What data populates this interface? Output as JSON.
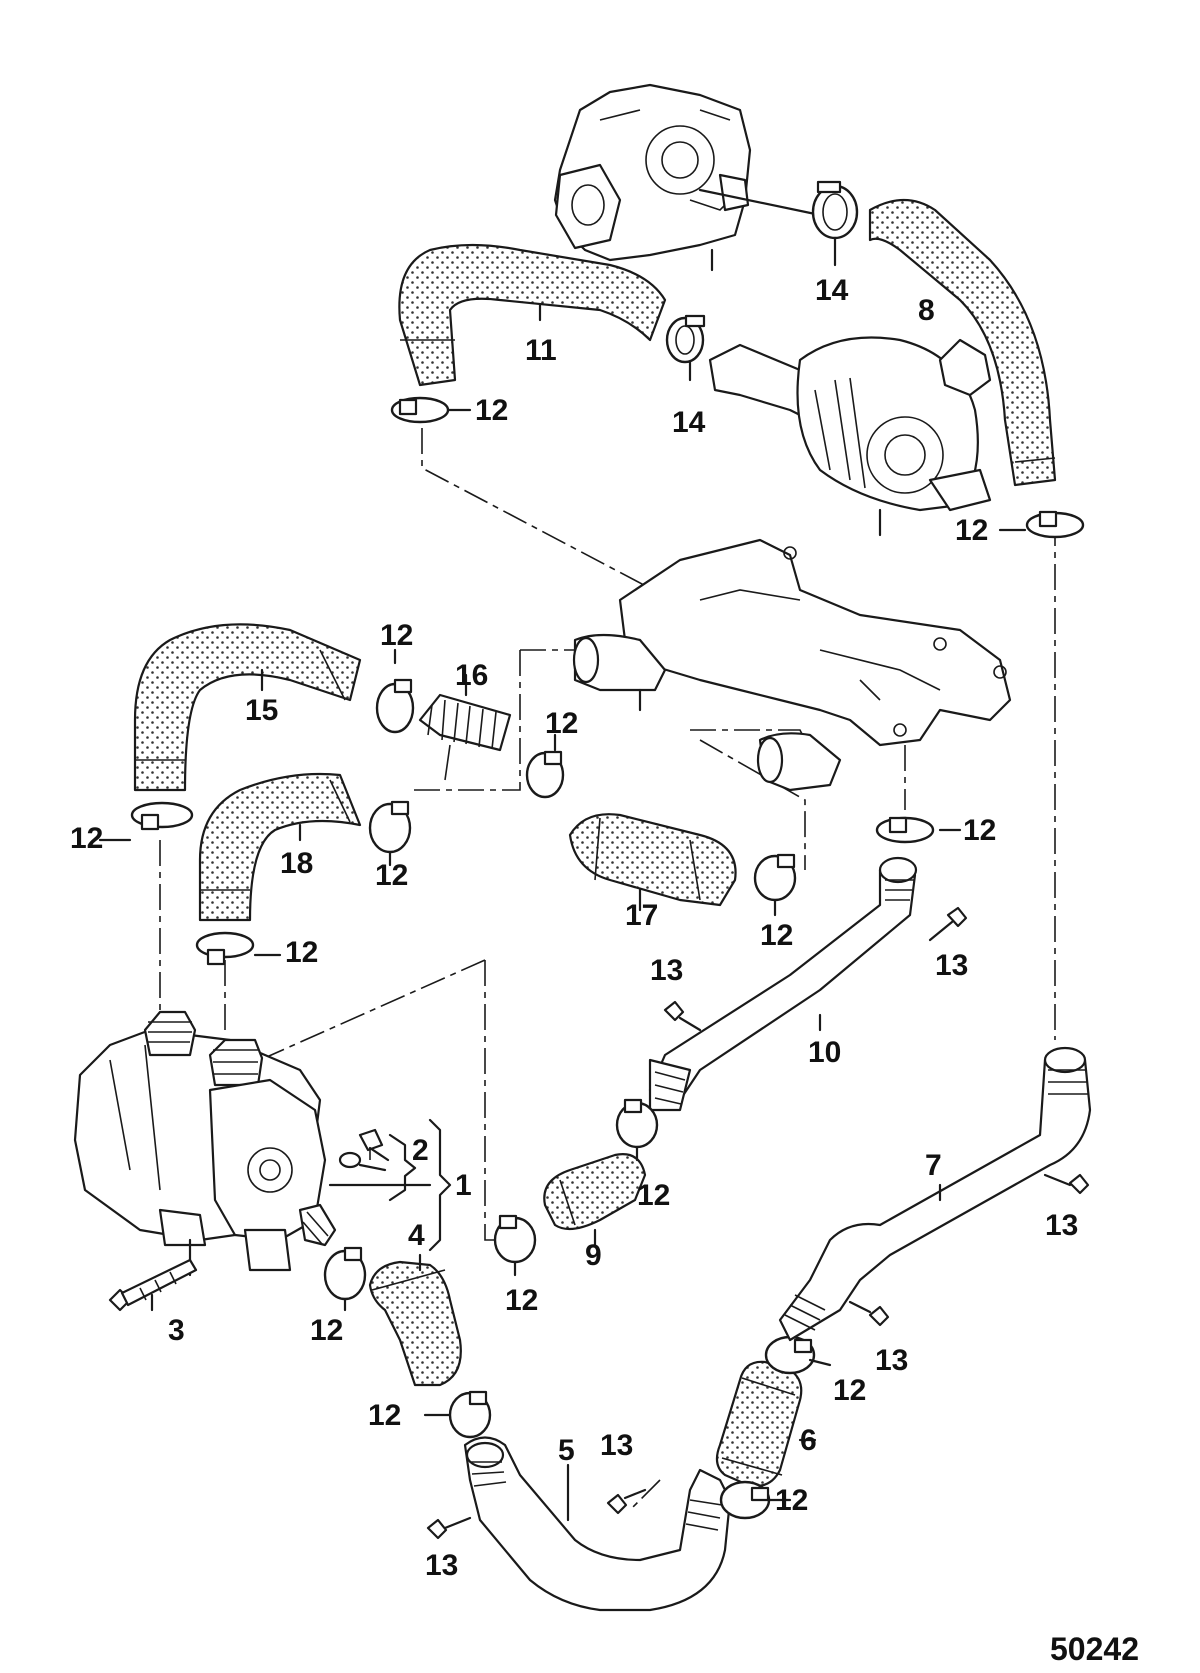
{
  "figure_id": "50242",
  "callouts": {
    "c1": "1",
    "c2": "2",
    "c3": "3",
    "c4": "4",
    "c5": "5",
    "c6": "6",
    "c7": "7",
    "c8": "8",
    "c9": "9",
    "c10": "10",
    "c11": "11",
    "c12": "12",
    "c13": "13",
    "c14": "14",
    "c15": "15",
    "c16": "16",
    "c17": "17",
    "c18": "18"
  },
  "colors": {
    "line": "#1a1a1a",
    "background": "#ffffff",
    "hose_dot": "#333333"
  }
}
